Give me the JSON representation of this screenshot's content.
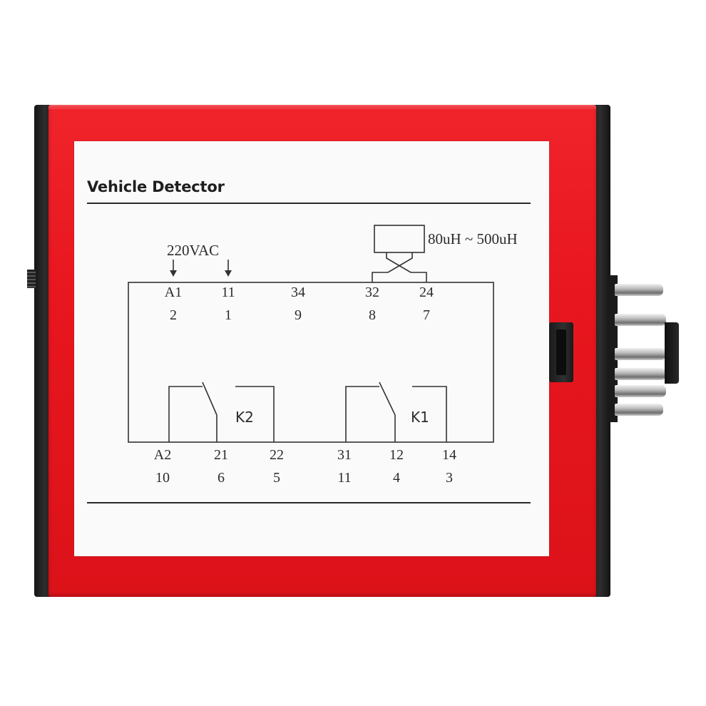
{
  "label": {
    "title": "Vehicle Detector",
    "supply": "220VAC",
    "inductance": "80uH ~ 500uH",
    "top_terminals": [
      {
        "terminal": "A1",
        "pin": "2"
      },
      {
        "terminal": "11",
        "pin": "1"
      },
      {
        "terminal": "34",
        "pin": "9"
      },
      {
        "terminal": "32",
        "pin": "8"
      },
      {
        "terminal": "24",
        "pin": "7"
      }
    ],
    "bottom_terminals": [
      {
        "terminal": "A2",
        "pin": "10"
      },
      {
        "terminal": "21",
        "pin": "6"
      },
      {
        "terminal": "22",
        "pin": "5"
      },
      {
        "terminal": "31",
        "pin": "11"
      },
      {
        "terminal": "12",
        "pin": "4"
      },
      {
        "terminal": "14",
        "pin": "3"
      }
    ],
    "relays": [
      {
        "name": "K2"
      },
      {
        "name": "K1"
      }
    ]
  },
  "colors": {
    "housing": "#e8161e",
    "side_bands": "#1c1c1c",
    "label_background": "#fafafa",
    "pins": "#bcbcbc"
  }
}
